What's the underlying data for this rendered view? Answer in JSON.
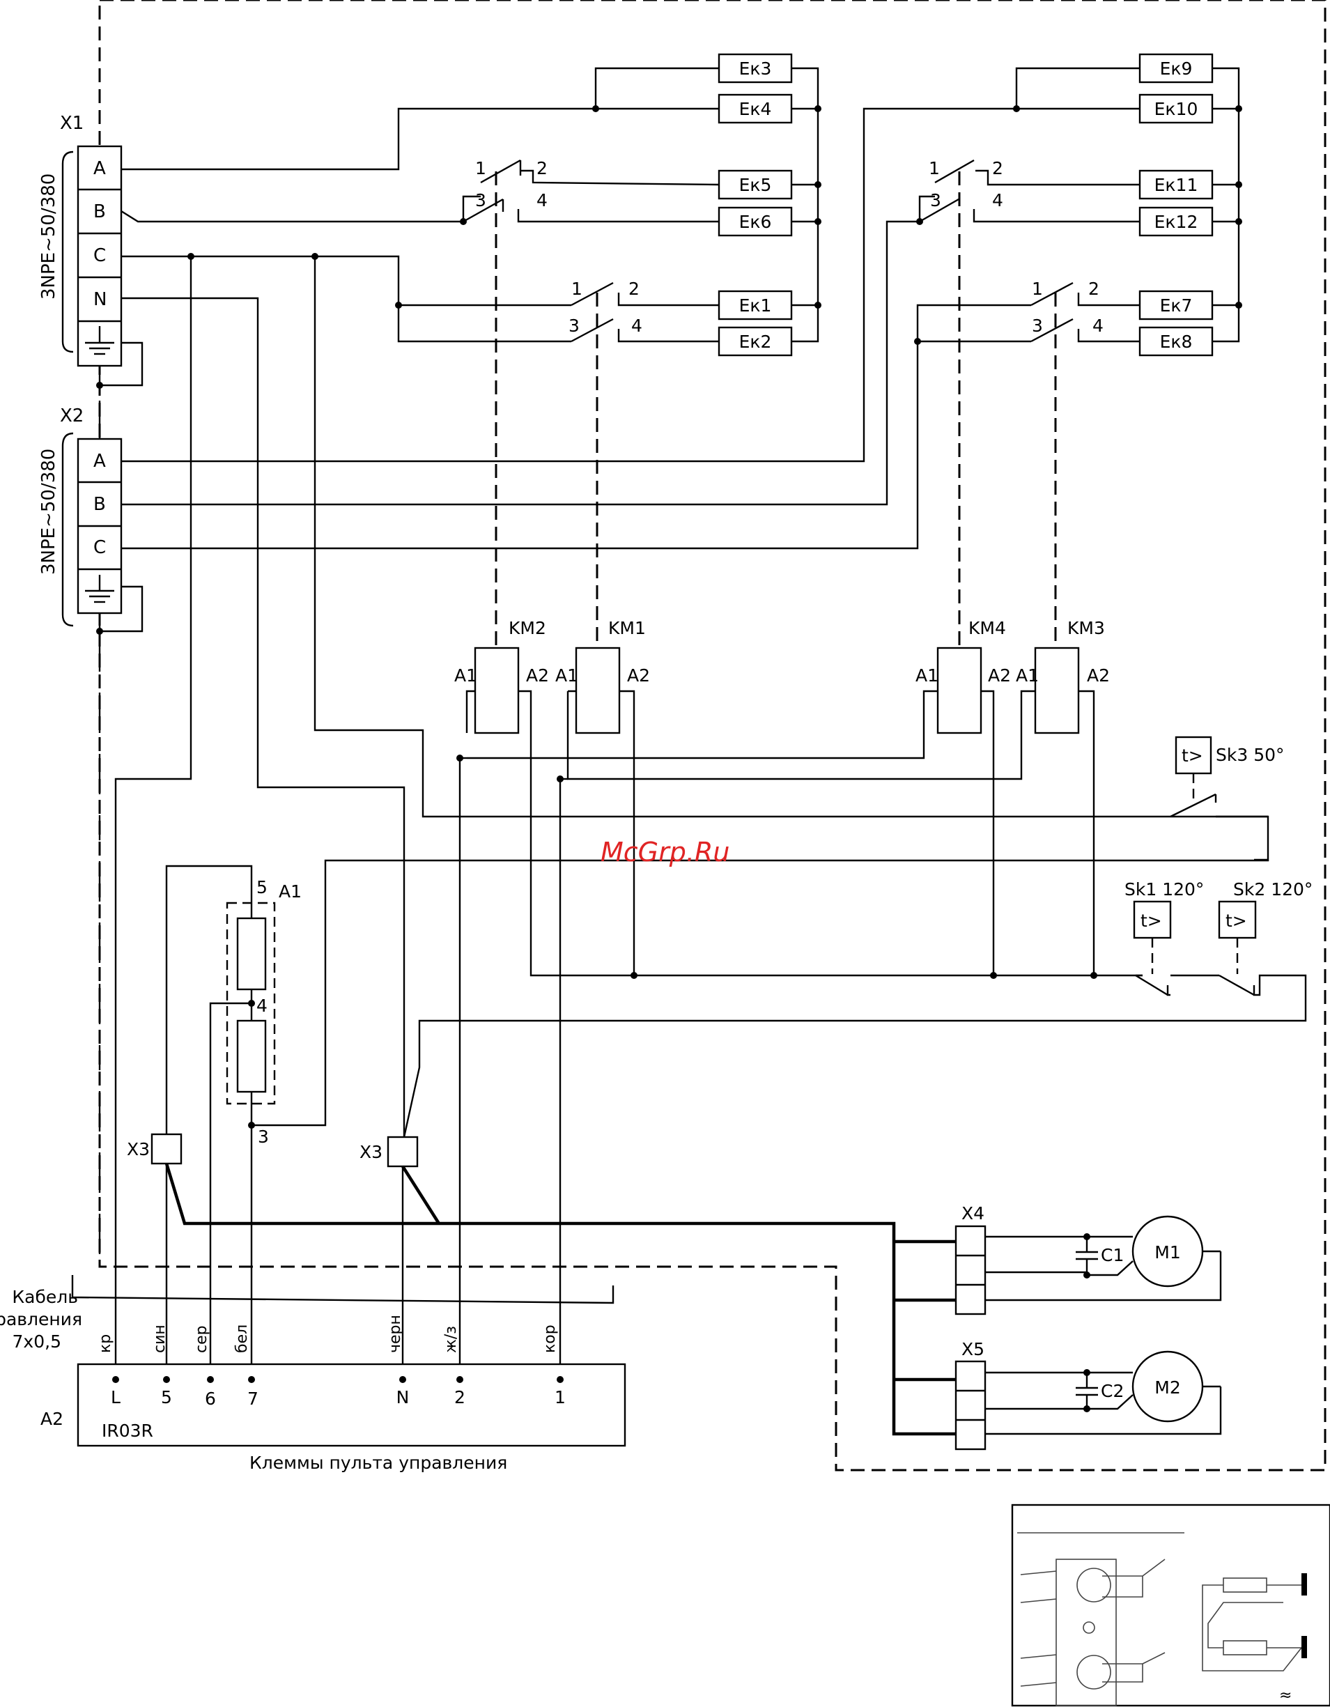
{
  "watermark": "McGrp.Ru",
  "x1": {
    "label": "X1",
    "supply": "3NPE~50/380",
    "terminals": [
      "A",
      "B",
      "C",
      "N"
    ]
  },
  "x2": {
    "label": "X2",
    "supply": "3NPE~50/380",
    "terminals": [
      "A",
      "B",
      "C"
    ]
  },
  "heaters": [
    "Eк3",
    "Eк4",
    "Eк5",
    "Eк6",
    "Eк1",
    "Eк2",
    "Eк9",
    "Eк10",
    "Eк11",
    "Eк12",
    "Eк7",
    "Eк8"
  ],
  "contact_pins": [
    "1",
    "2",
    "3",
    "4"
  ],
  "contactors": {
    "km1": "KM1",
    "km2": "KM2",
    "km3": "KM3",
    "km4": "KM4",
    "pin_a1": "A1",
    "pin_a2": "A2"
  },
  "thermostats": {
    "sk3": "Sk3 50°",
    "sk1": "Sk1 120°",
    "sk2": "Sk2 120°",
    "symbol": "t>"
  },
  "resistor_block": {
    "label": "A1",
    "pins": [
      "5",
      "4",
      "3"
    ]
  },
  "connectors": {
    "x3": "X3",
    "x4": "X4",
    "x5": "X5"
  },
  "motors": {
    "m1": "M1",
    "m2": "M2",
    "c1": "C1",
    "c2": "C2"
  },
  "cable": {
    "line1": "Кабель",
    "line2": "управления",
    "line3": "7х0,5",
    "wires": [
      "кр",
      "син",
      "сер",
      "бел",
      "черн",
      "ж/з",
      "кор"
    ]
  },
  "panel": {
    "label": "A2",
    "model": "IR03R",
    "terminals": [
      "L",
      "5",
      "6",
      "7",
      "N",
      "2",
      "1"
    ],
    "caption": "Клеммы пульта управления"
  },
  "inset": {
    "symbol": "≈"
  }
}
